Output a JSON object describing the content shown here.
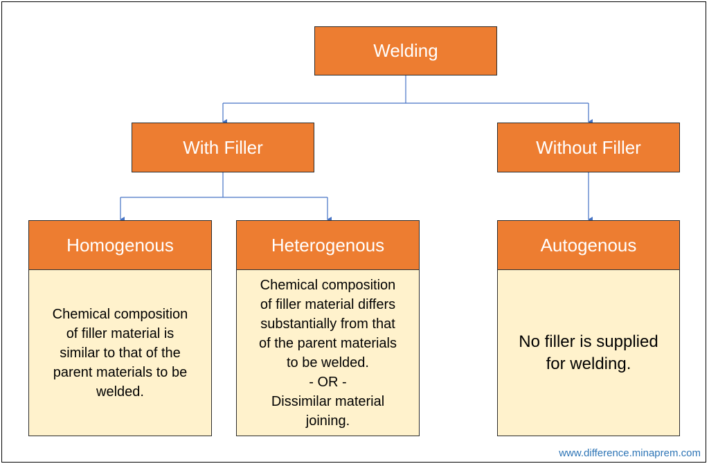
{
  "root": {
    "label": "Welding"
  },
  "level1": [
    {
      "label": "With Filler"
    },
    {
      "label": "Without Filler"
    }
  ],
  "level2": [
    {
      "label": "Homogenous",
      "description": "Chemical composition\nof filler material is\nsimilar to that of the\nparent materials to be\nwelded."
    },
    {
      "label": "Heterogenous",
      "description": "Chemical composition\nof filler material differs\nsubstantially from that\nof the parent materials\nto be welded.\n- OR -\nDissimilar material\njoining."
    },
    {
      "label": "Autogenous",
      "description": "No filler is supplied\nfor welding."
    }
  ],
  "footer": {
    "text": "www.difference.minaprem.com"
  },
  "colors": {
    "node_fill": "#ED7D31",
    "desc_fill": "#FFF2CC",
    "connector": "#4472C4",
    "footer": "#2E75B6"
  }
}
